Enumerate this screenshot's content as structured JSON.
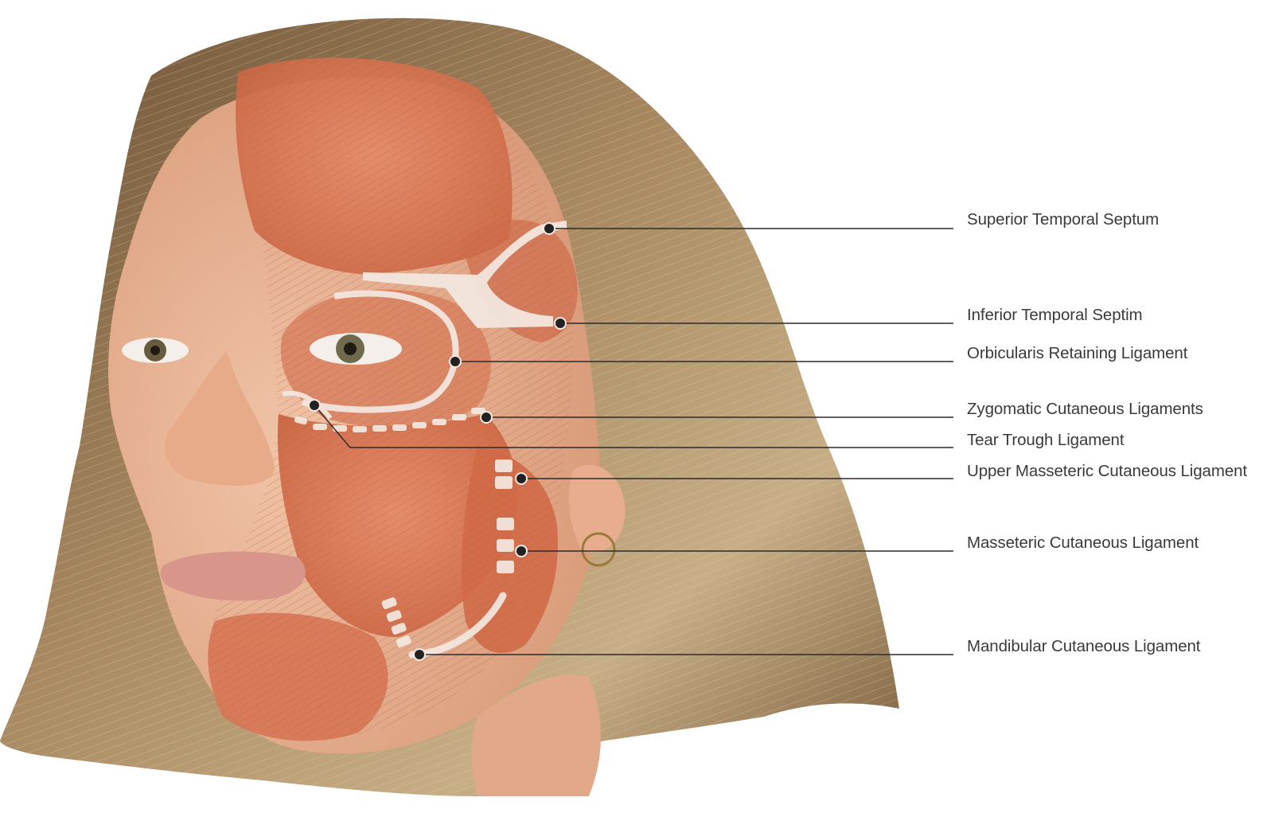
{
  "labels": {
    "superior_temporal_septum": "Superior Temporal Septum",
    "inferior_temporal_septim": "Inferior Temporal Septim",
    "orbicularis_retaining_ligament": "Orbicularis Retaining Ligament",
    "zygomatic_cutaneous_ligaments": "Zygomatic Cutaneous Ligaments",
    "tear_trough_ligament": "Tear Trough Ligament",
    "upper_masseteric_cutaneous_ligament": "Upper Masseteric Cutaneous Ligament",
    "masseteric_cutaneous_ligament": "Masseteric Cutaneous Ligament",
    "mandibular_cutaneous_ligament": "Mandibular Cutaneous Ligament"
  },
  "colors": {
    "hair": "#8a6a45",
    "hair_light": "#c9ad82",
    "skin": "#e9b292",
    "muscle": "#d9795a",
    "muscle_dark": "#b8533a",
    "ligament": "#f4e9e2",
    "leader_line": "#2b2b2b",
    "marker": "#222222",
    "label_text": "#3a3a3a"
  }
}
